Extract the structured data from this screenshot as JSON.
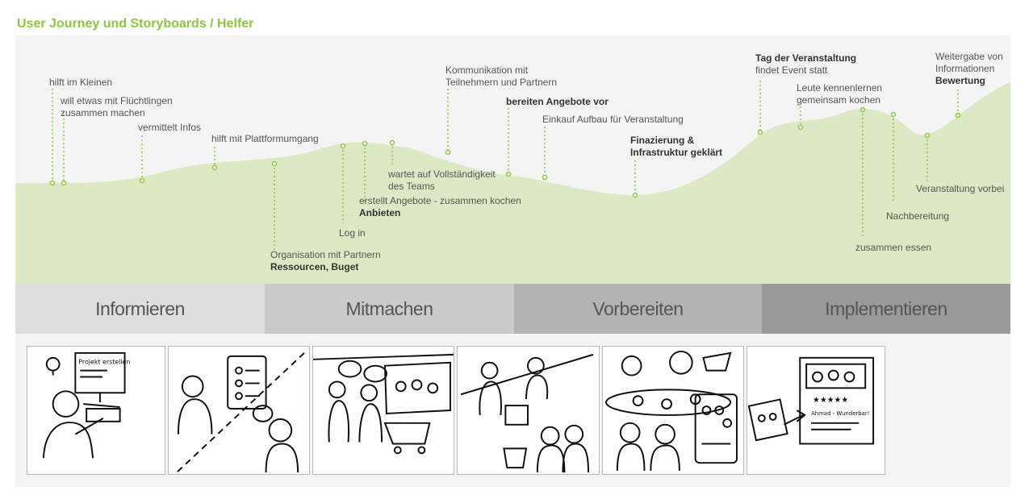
{
  "title": "User Journey und Storyboards / Helfer",
  "colors": {
    "accent": "#8dc63f",
    "curve_fill": "#dde9c4",
    "dot": "#8dc63f"
  },
  "labels": {
    "l1": "hilft im Kleinen",
    "l2a": "will etwas mit Flüchtlingen",
    "l2b": "zusammen machen",
    "l3": "vermittelt Infos",
    "l4": "hilft mit Plattformumgang",
    "l5a": "Organisation mit Partnern",
    "l5b": "Ressourcen, Buget",
    "l6": "Log in",
    "l7a": "erstellt Angebote - zusammen kochen",
    "l7b": "Anbieten",
    "l8a": "wartet auf Vollständigkeit",
    "l8b": "des Teams",
    "l9a": "Kommunikation mit",
    "l9b": "Teilnehmern und Partnern",
    "l10": "bereiten Angebote vor",
    "l11": "Einkauf Aufbau für Veranstaltung",
    "l12a": "Finazierung &",
    "l12b": "Infrastruktur geklärt",
    "l13a": "Tag der Veranstaltung",
    "l13b": "findet Event statt",
    "l14a": "Leute kennenlernen",
    "l14b": "gemeinsam kochen",
    "l15": "zusammen essen",
    "l16": "Nachbereitung",
    "l17": "Veranstaltung vorbei",
    "l18a": "Weitergabe von",
    "l18b": "Informationen",
    "l18c": "Bewertung"
  },
  "phases": [
    {
      "label": "Informieren",
      "color": "#dedede"
    },
    {
      "label": "Mitmachen",
      "color": "#cacaca"
    },
    {
      "label": "Vorbereiten",
      "color": "#b3b3b3"
    },
    {
      "label": "Implementieren",
      "color": "#9a9a9a"
    }
  ],
  "storyboard": {
    "card1_text": "Projekt erstellen",
    "card6_text": "Ahmad - Wunderbar!"
  }
}
